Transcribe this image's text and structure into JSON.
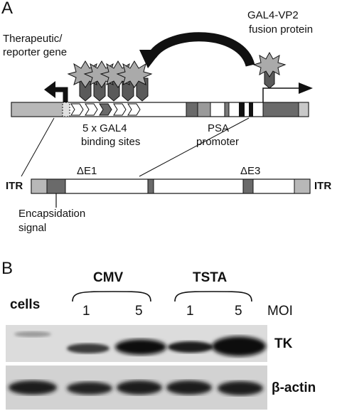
{
  "panel_a": {
    "label": "A",
    "therapeutic_gene_label_1": "Therapeutic/",
    "therapeutic_gene_label_2": "reporter gene",
    "fusion_label_1": "GAL4-VP2",
    "fusion_label_2": "fusion protein",
    "gal4_sites_label_1": "5 x GAL4",
    "gal4_sites_label_2": "binding sites",
    "psa_label_1": "PSA",
    "psa_label_2": "promoter",
    "delta_e1": "ΔE1",
    "delta_e3": "ΔE3",
    "itr_left": "ITR",
    "itr_right": "ITR",
    "encapsidation_1": "Encapsidation",
    "encapsidation_2": "signal"
  },
  "panel_b": {
    "label": "B",
    "cells": "cells",
    "cmv": "CMV",
    "tsta": "TSTA",
    "moi_values": [
      "1",
      "5",
      "1",
      "5"
    ],
    "moi": "MOI",
    "tk": "TK",
    "actin": "β-actin"
  },
  "colors": {
    "band": "#1a1a1a",
    "blot_bg": "#dcdcdc",
    "box_dark": "#6a6a6a",
    "box_light": "#b8b8b8"
  }
}
